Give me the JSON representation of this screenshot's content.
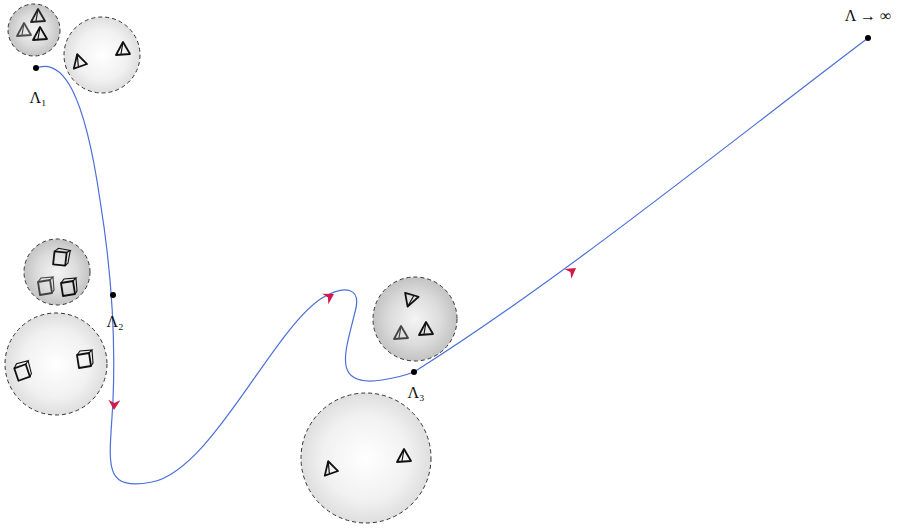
{
  "diagram": {
    "labels": [
      "Λ₁",
      "Λ₂",
      "Λ₃",
      "Λ → ∞"
    ]
  }
}
